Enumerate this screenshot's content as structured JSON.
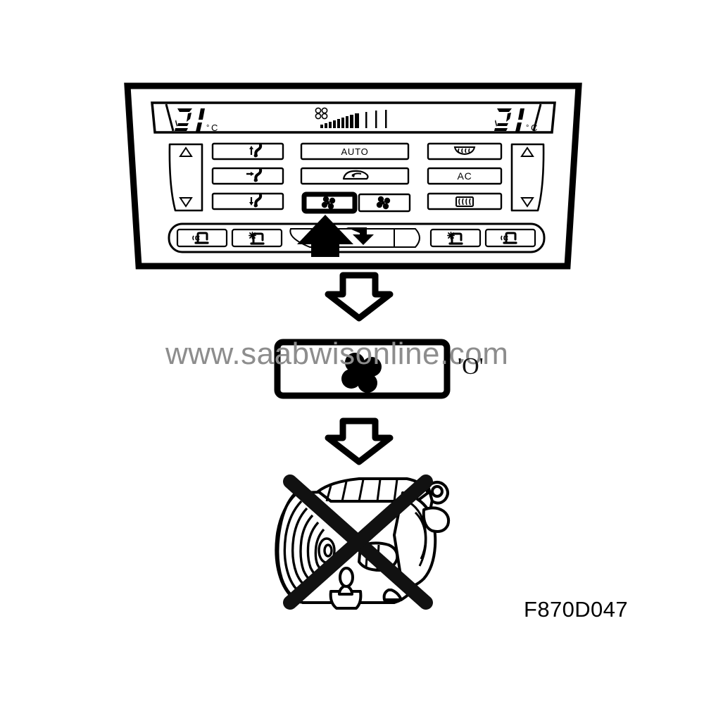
{
  "figure": {
    "reference_code": "F870D047",
    "watermark": "www.saabwisonline.com",
    "off_position_label": "'O'",
    "background_color": "#ffffff",
    "line_color": "#000000"
  },
  "climate_panel": {
    "display": {
      "left_temperature": "21",
      "left_unit": "°C",
      "right_temperature": "21",
      "right_unit": "°C",
      "fan_icon": "fan-icon",
      "fan_bars_filled": 9,
      "fan_bars_empty": 3
    },
    "left_rocker": {
      "up_label": "△",
      "down_label": "▽",
      "name": "left-temperature-rocker"
    },
    "right_rocker": {
      "up_label": "△",
      "down_label": "▽",
      "name": "right-temperature-rocker"
    },
    "airflow_buttons": [
      {
        "name": "airflow-defrost-button",
        "icon": "airflow-up-icon"
      },
      {
        "name": "airflow-face-button",
        "icon": "airflow-right-icon"
      },
      {
        "name": "airflow-floor-button",
        "icon": "airflow-down-icon"
      }
    ],
    "center_buttons": [
      {
        "name": "auto-button",
        "label": "AUTO",
        "icon": null
      },
      {
        "name": "recirculation-button",
        "label": "",
        "icon": "car-recirculation-icon"
      }
    ],
    "fan_buttons": [
      {
        "name": "fan-decrease-button",
        "icon": "fan-icon",
        "highlighted": true
      },
      {
        "name": "fan-increase-button",
        "icon": "fan-icon",
        "highlighted": false
      }
    ],
    "right_buttons": [
      {
        "name": "windscreen-defroster-button",
        "label": "",
        "icon": "windscreen-defrost-icon"
      },
      {
        "name": "ac-button",
        "label": "AC",
        "icon": null
      },
      {
        "name": "rear-window-defroster-button",
        "label": "",
        "icon": "rear-defrost-icon"
      }
    ],
    "seat_buttons": [
      {
        "name": "seat-heater-left-button",
        "icon": "heated-seat-icon"
      },
      {
        "name": "seat-ventilation-left-button",
        "icon": "cooled-seat-icon"
      },
      {
        "name": "seat-ventilation-right-button",
        "icon": "cooled-seat-icon"
      },
      {
        "name": "seat-heater-right-button",
        "icon": "heated-seat-icon"
      }
    ]
  },
  "flow": {
    "callout_arrow": "callout-up-arrow",
    "step_arrow_1": "down-arrow-icon",
    "step_arrow_2": "down-arrow-icon",
    "enlarged_button": {
      "name": "fan-button-enlarged",
      "icon": "fan-icon"
    },
    "result": {
      "name": "ac-compressor-disabled",
      "icon": "compressor-crossed-out-icon"
    }
  }
}
